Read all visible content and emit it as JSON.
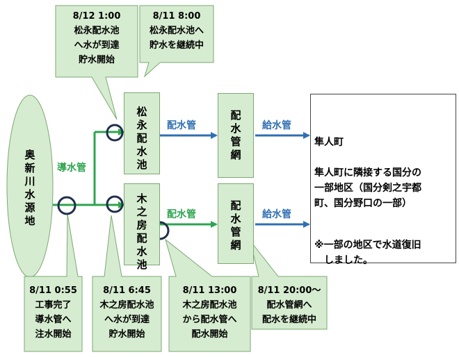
{
  "source": {
    "label": "奥新川水源地"
  },
  "reservoir_matsunaga": {
    "label": "松永配水池"
  },
  "reservoir_kinobo": {
    "label": "木之房配水池"
  },
  "network_matsunaga": {
    "label": "配水管網"
  },
  "network_kinobo": {
    "label": "配水管網"
  },
  "pipes": {
    "conduit": "導水管",
    "distribution_1": "配水管",
    "distribution_2": "配水管",
    "supply_1": "給水管",
    "supply_2": "給水管"
  },
  "destination": {
    "title": "隼人町",
    "body": "隼人町に隣接する国分の\n一部地区（国分剣之宇都\n町、国分野口の一部）",
    "note": "※一部の地区で水道復旧\n　しました。"
  },
  "callouts": {
    "c1": "8/12 1:00\n松永配水池\nへ水が到達\n貯水開始",
    "c2": "8/11 8:00\n松永配水池へ\n貯水を継続中",
    "c3": "8/11 0:55\n工事完了\n導水管へ\n注水開始",
    "c4": "8/11 6:45\n木之房配水池\nへ水が到達\n貯水開始",
    "c5": "8/11 13:00\n木之房配水池\nから配水管へ\n配水開始",
    "c6": "8/11 20:00～\n配水管網へ\n配水を継続中"
  },
  "colors": {
    "box_fill": "#d6ecd0",
    "box_border": "#7ba873",
    "green_line": "#2ea44f",
    "blue_line": "#2f6fb3",
    "circle": "#1f2f4a"
  }
}
